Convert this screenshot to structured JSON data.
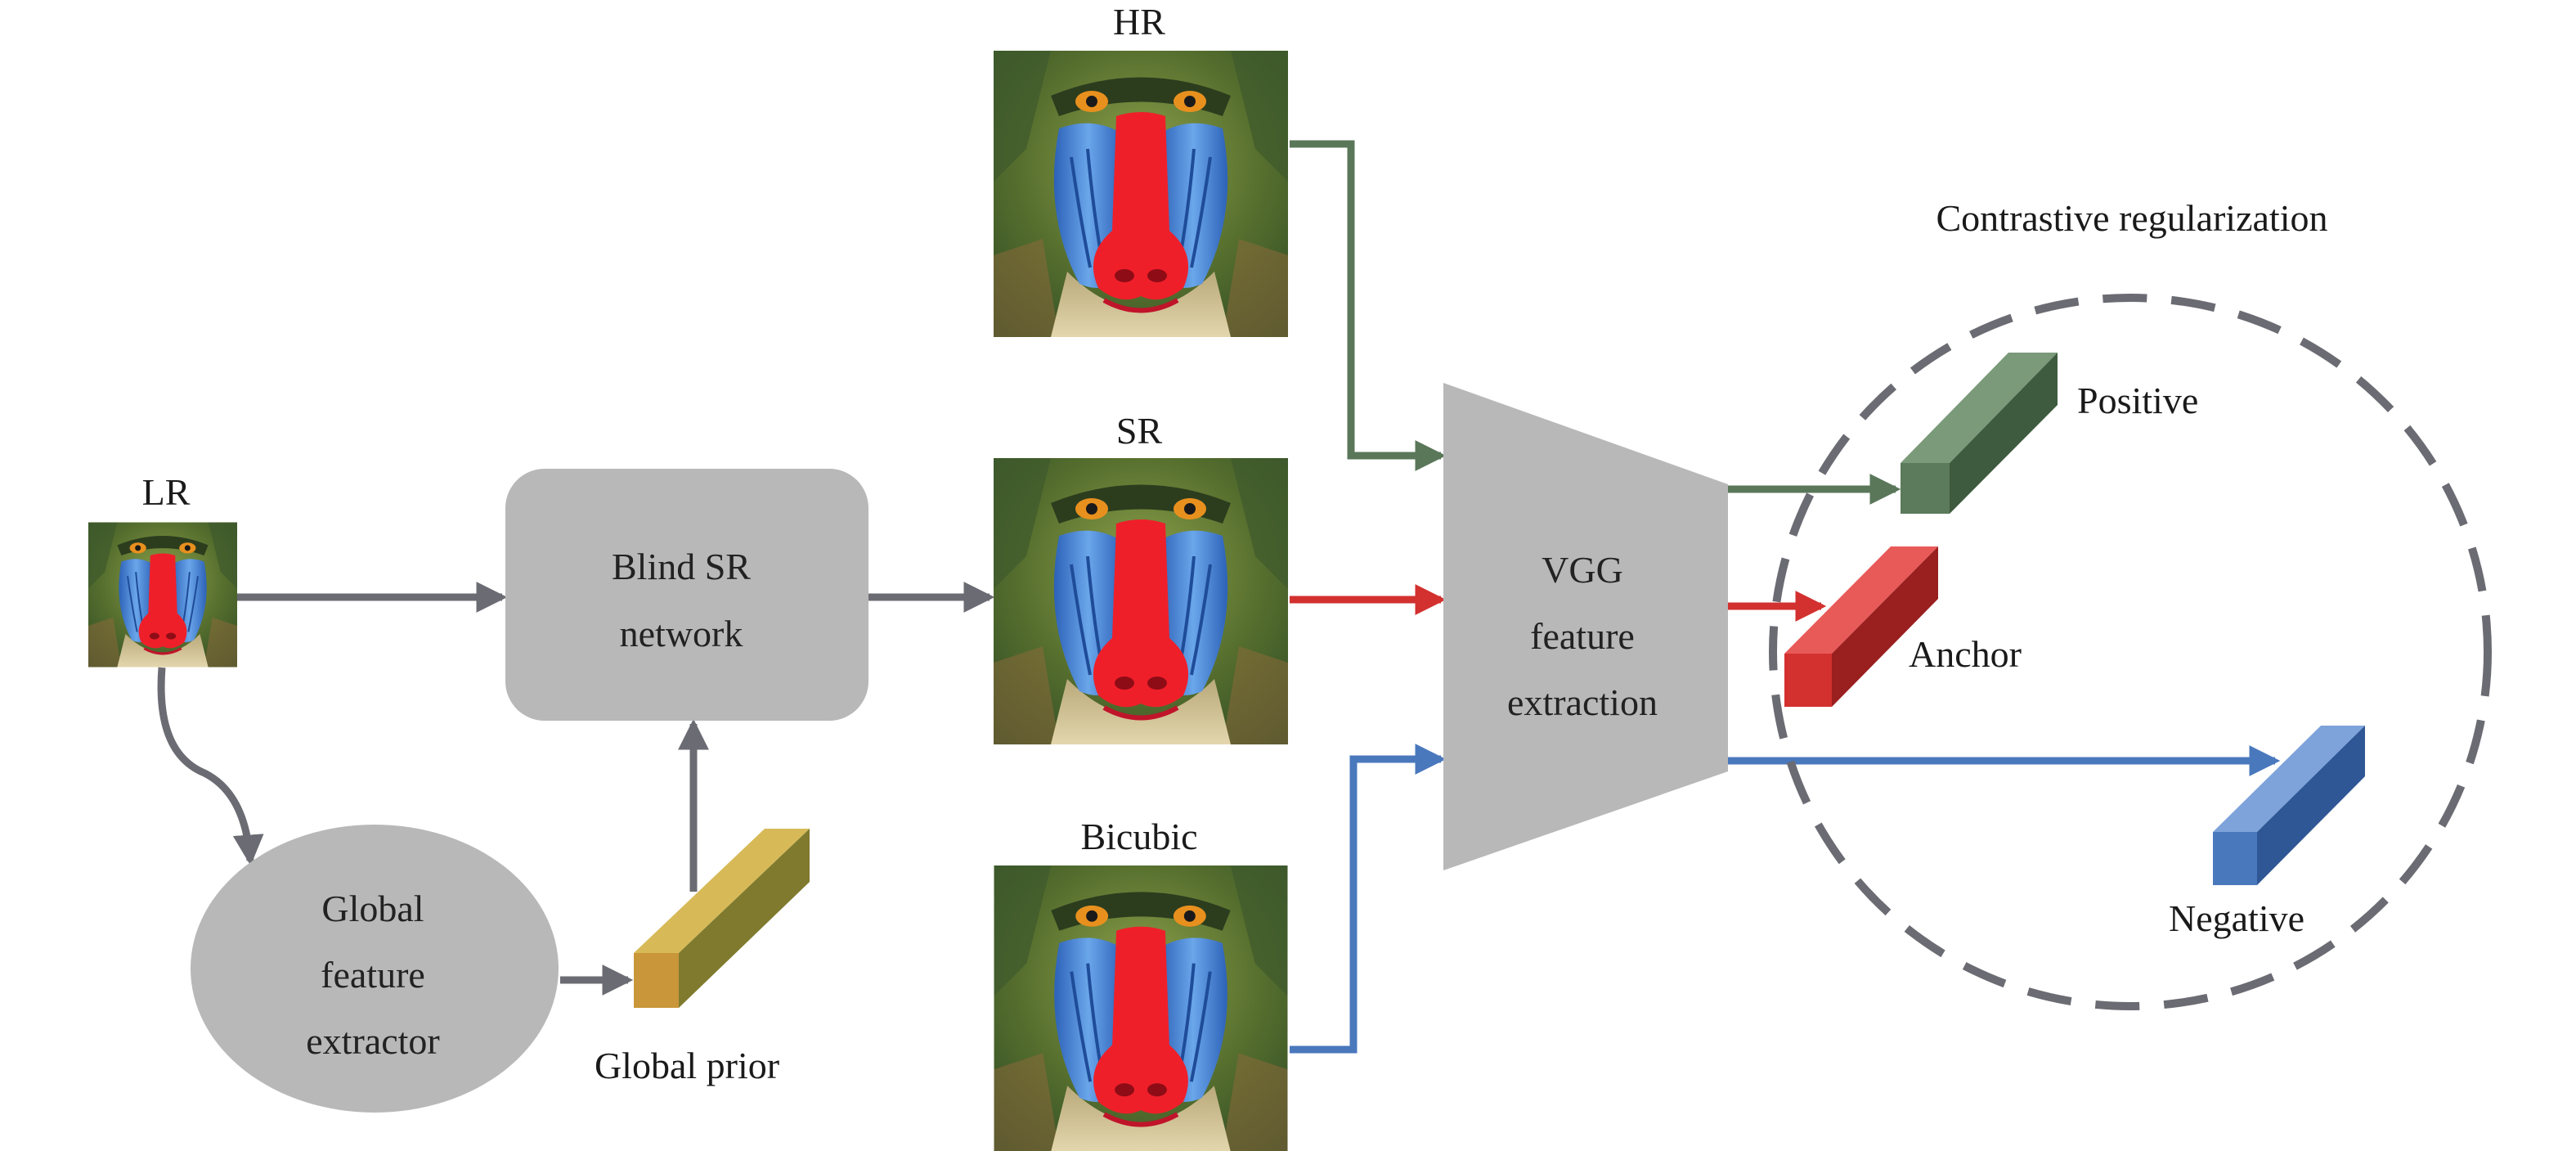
{
  "images": {
    "lr": {
      "label": "LR"
    },
    "hr": {
      "label": "HR"
    },
    "sr": {
      "label": "SR"
    },
    "bicubic": {
      "label": "Bicubic"
    }
  },
  "nodes": {
    "blind_sr": {
      "line1": "Blind SR",
      "line2": "network"
    },
    "global_extractor": {
      "line1": "Global",
      "line2": "feature",
      "line3": "extractor"
    },
    "vgg": {
      "line1": "VGG",
      "line2": "feature",
      "line3": "extraction"
    }
  },
  "features": {
    "global_prior": {
      "label": "Global prior",
      "color": "#c9a23a"
    },
    "positive": {
      "label": "Positive",
      "color": "#5c7a5c"
    },
    "anchor": {
      "label": "Anchor",
      "color": "#d2312f"
    },
    "negative": {
      "label": "Negative",
      "color": "#4a78bd"
    }
  },
  "region": {
    "title": "Contrastive regularization"
  },
  "colors": {
    "gray_arrow": "#6b6b73",
    "green_arrow": "#5a775a",
    "red_arrow": "#d2312f",
    "blue_arrow": "#4a78bd",
    "node_fill": "#b8b8b8",
    "dashed_circle": "#6b6b73"
  },
  "icons": [
    "mandrill-photo",
    "arrow-head-icon",
    "feature-block-icon"
  ]
}
